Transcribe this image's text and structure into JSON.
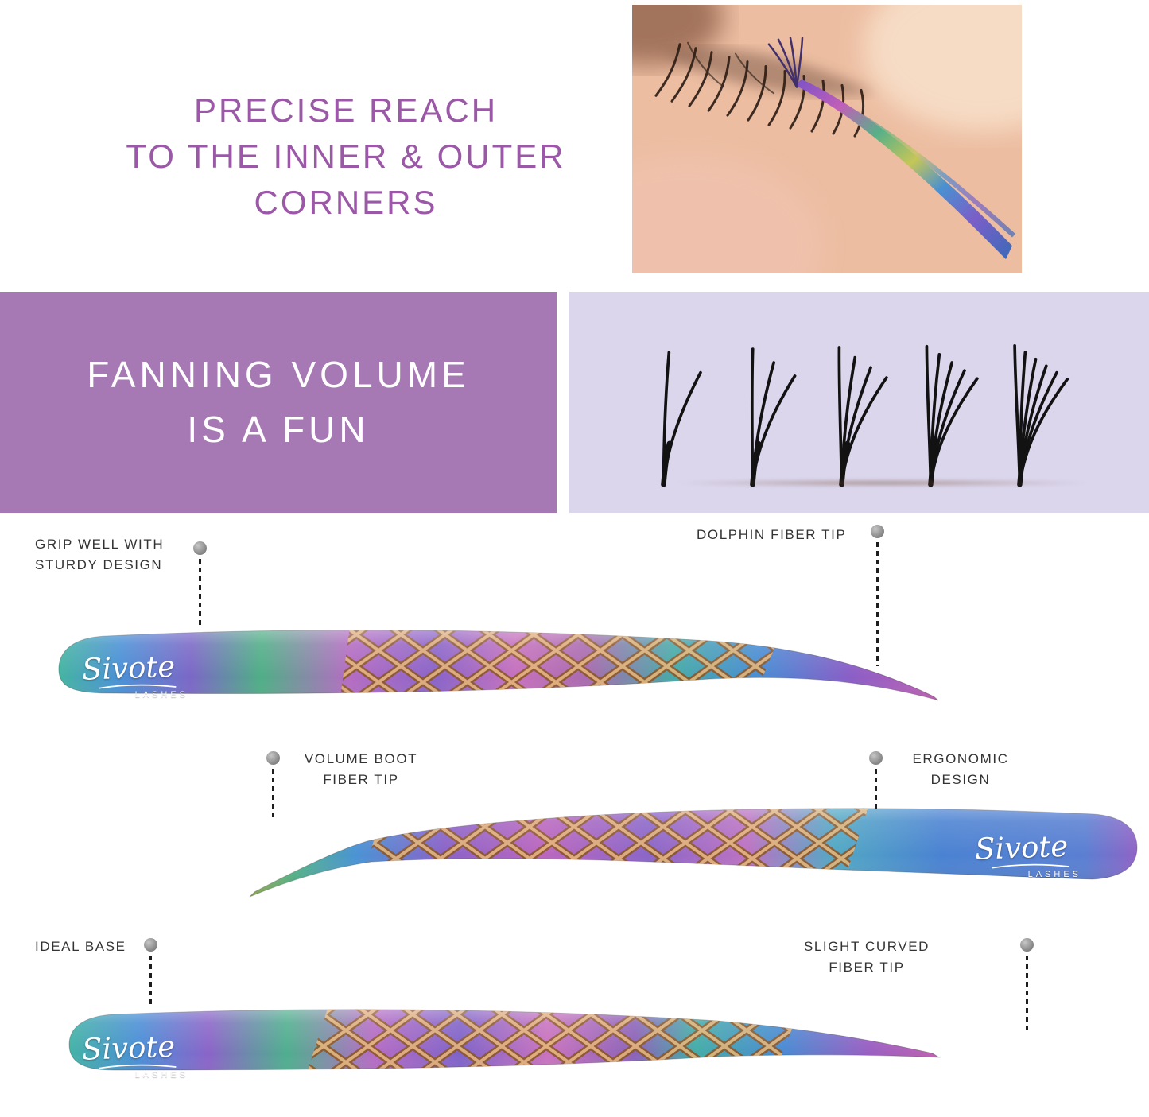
{
  "top": {
    "heading": "PRECISE REACH\nTO THE INNER & OUTER\nCORNERS"
  },
  "banner": {
    "text": "FANNING VOLUME\nIS A FUN"
  },
  "fans_panel": {
    "fan_strand_counts": [
      2,
      3,
      4,
      5,
      6
    ],
    "fan_color": "#121212"
  },
  "brand": {
    "name": "Sivote",
    "sub": "LASHES"
  },
  "callouts": [
    {
      "id": "grip",
      "label": "GRIP WELL WITH\nSTURDY DESIGN"
    },
    {
      "id": "dolphin-tip",
      "label": "DOLPHIN FIBER TIP"
    },
    {
      "id": "volume-boot",
      "label": "VOLUME BOOT\nFIBER TIP"
    },
    {
      "id": "ergonomic",
      "label": "ERGONOMIC\nDESIGN"
    },
    {
      "id": "ideal-base",
      "label": "IDEAL BASE"
    },
    {
      "id": "slight-curved",
      "label": "SLIGHT CURVED\nFIBER TIP"
    }
  ],
  "colors": {
    "heading_purple": "#9b58a7",
    "banner_bg": "#a678b4",
    "panel_bg": "#dbd6ec",
    "callout_text": "#333333",
    "dot_gray": "#8b8b8b",
    "fan_black": "#121212",
    "crosshatch_gold": "#c98e4e",
    "logo_white": "#ffffff"
  }
}
